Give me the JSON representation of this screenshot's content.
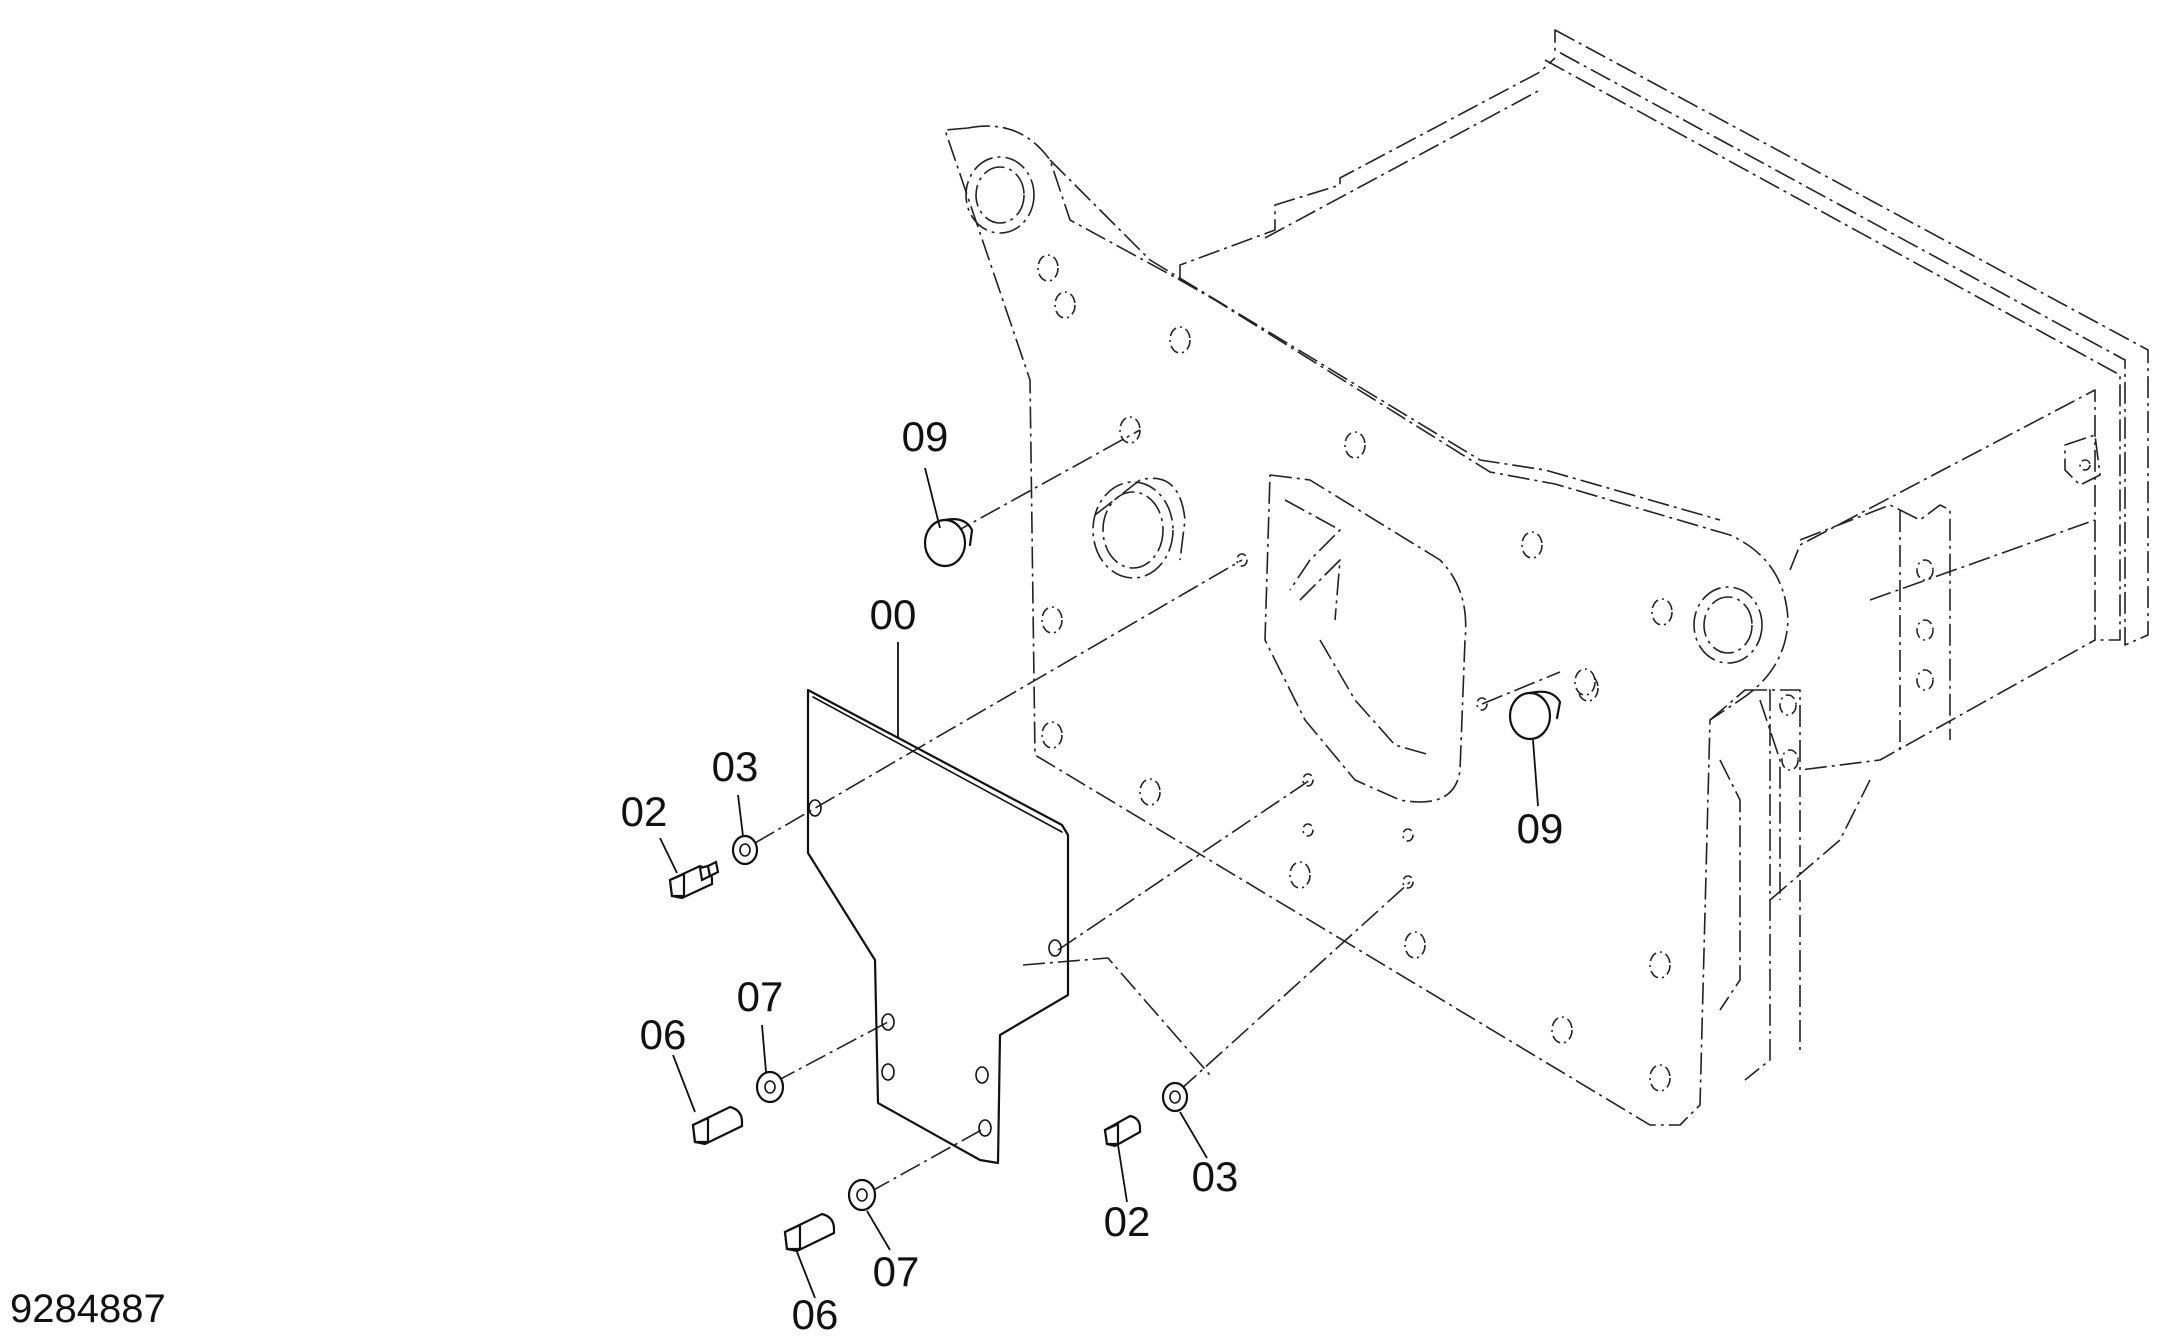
{
  "document_id": "9284887",
  "callouts": {
    "cover_plate": "00",
    "bolt_upper": "02",
    "bolt_lower": "02",
    "washer_upper": "03",
    "washer_lower": "03",
    "bolt_06_upper": "06",
    "bolt_06_lower": "06",
    "washer_07_upper": "07",
    "washer_07_lower": "07",
    "plug_upper": "09",
    "plug_lower": "09"
  }
}
